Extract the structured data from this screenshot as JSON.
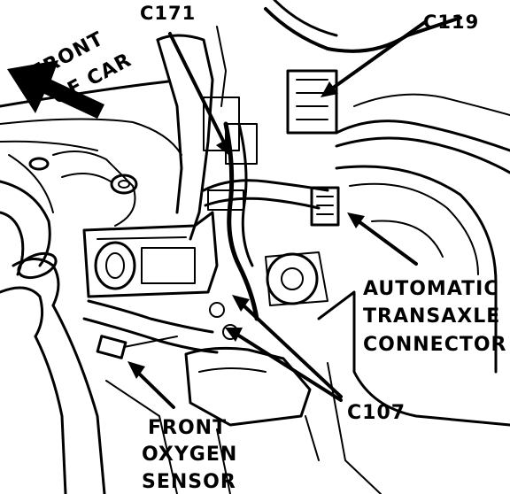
{
  "labels": {
    "front_of_car_line1": "FRONT",
    "front_of_car_line2": "OF CAR",
    "c171": "C171",
    "c119": "C119",
    "c107": "C107",
    "auto_trans_line1": "AUTOMATIC",
    "auto_trans_line2": "TRANSAXLE",
    "auto_trans_line3": "CONNECTOR",
    "o2_line1": "FRONT",
    "o2_line2": "OXYGEN",
    "o2_line3": "SENSOR"
  },
  "colors": {
    "ink": "#000000",
    "paper": "#ffffff"
  }
}
